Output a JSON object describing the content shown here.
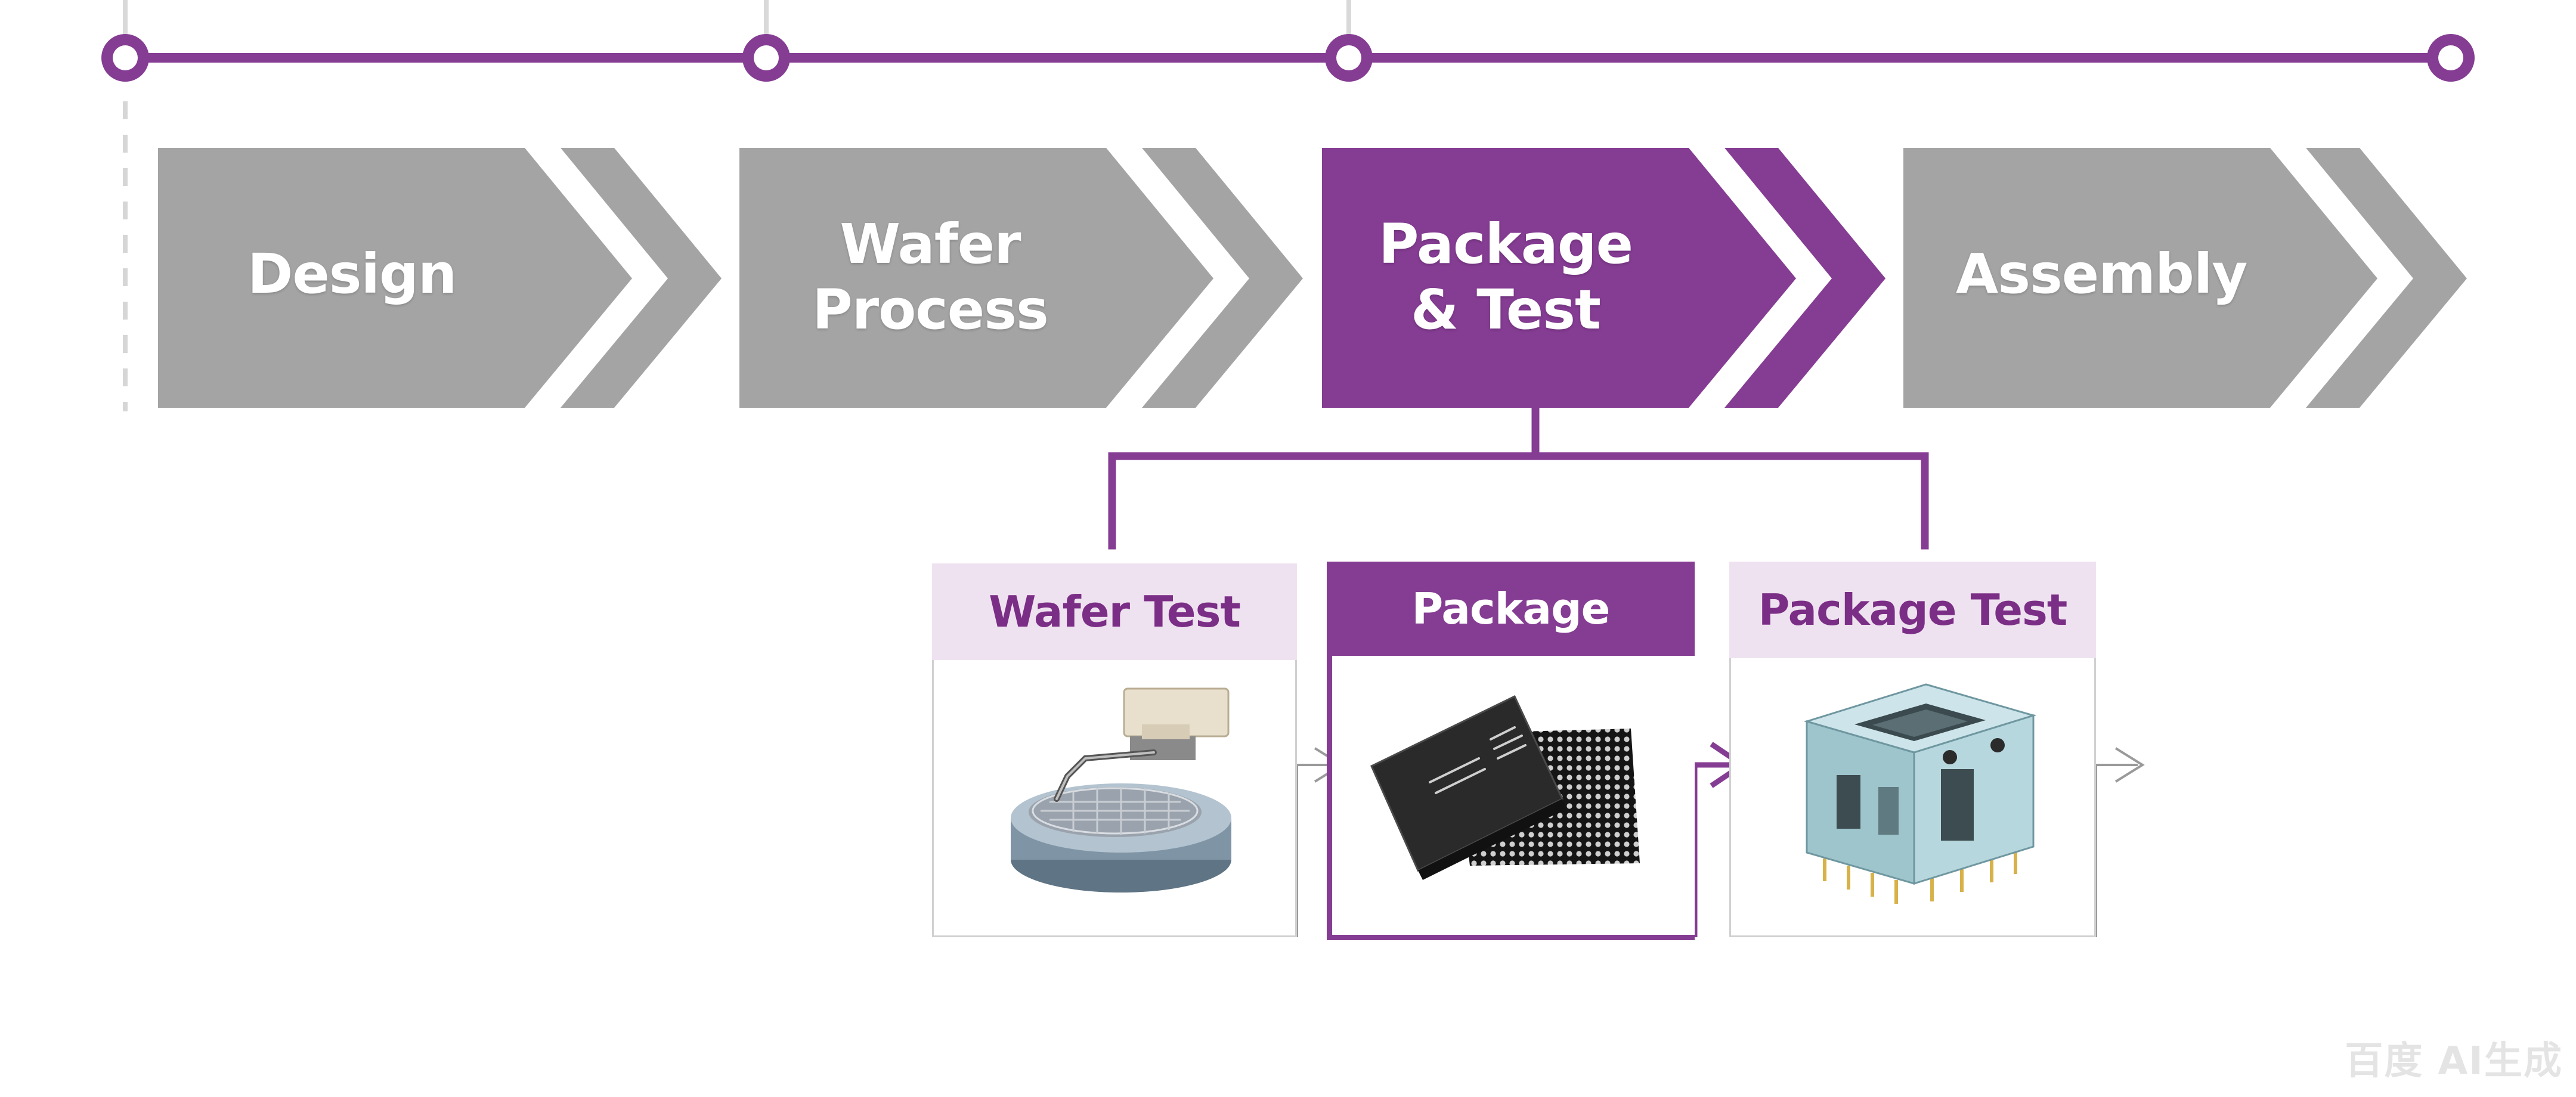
{
  "colors": {
    "purple": "#853c93",
    "purple_dark": "#7b2e86",
    "gray": "#a4a4a4",
    "light_purple": "#efe2f0"
  },
  "timeline": {
    "node_count": 4
  },
  "stages": [
    {
      "lines": [
        "Design"
      ],
      "active": false
    },
    {
      "lines": [
        "Wafer",
        "Process"
      ],
      "active": false
    },
    {
      "lines": [
        "Package",
        "& Test"
      ],
      "active": true
    },
    {
      "lines": [
        "Assembly"
      ],
      "active": false
    }
  ],
  "substeps": [
    {
      "label": "Wafer Test",
      "style": "light",
      "image": "wafer-probe-station-icon"
    },
    {
      "label": "Package",
      "style": "dark",
      "image": "chip-package-icon"
    },
    {
      "label": "Package Test",
      "style": "light",
      "image": "test-socket-icon"
    }
  ],
  "watermark": "百度 AI生成"
}
